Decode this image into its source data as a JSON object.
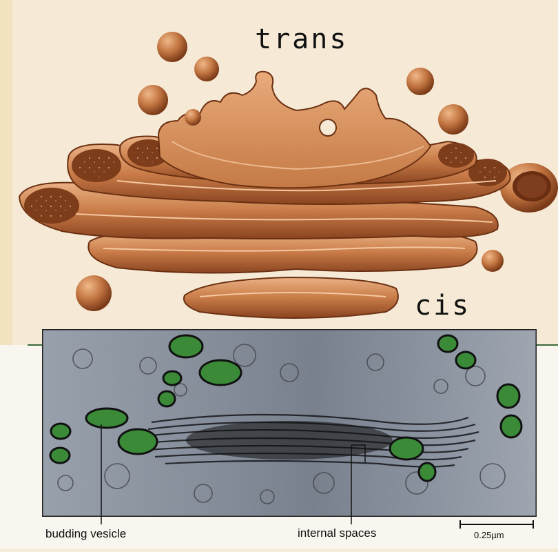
{
  "labels": {
    "trans": "trans",
    "cis": "cis",
    "budding_vesicle": "budding vesicle",
    "internal_spaces": "internal spaces",
    "scale_bar": "0.25µm"
  },
  "colors": {
    "background_left": "#f3e4c4",
    "background_main": "#f8f0e0",
    "cisternae": "#c77d4a",
    "cisternae_dark": "#7a3d1c",
    "cisternae_light": "#e8a878",
    "micrograph": "#9aa3b0",
    "vesicle_green": "#3a8a38"
  }
}
